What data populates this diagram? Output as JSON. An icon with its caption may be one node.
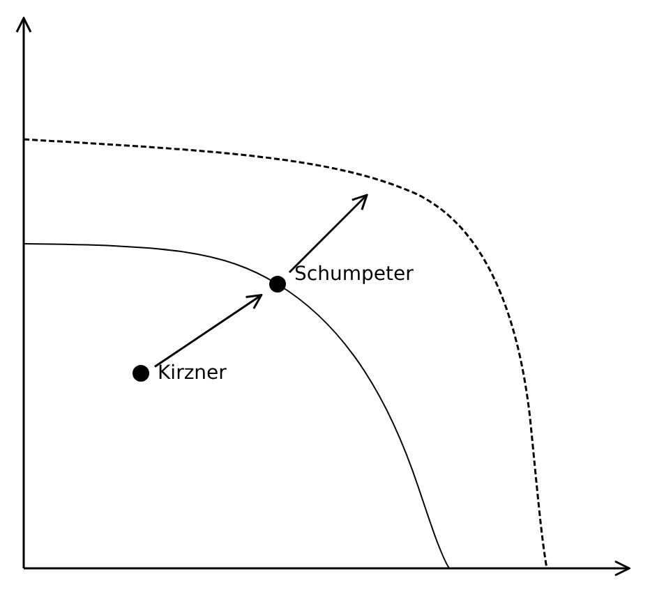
{
  "diagram": {
    "nodes": [
      {
        "text": [
          "Kirzner"
        ]
      },
      {
        "text": [
          "Schumpeter"
        ]
      }
    ],
    "edges": [
      {
        "from": 0,
        "to": 1,
        "arrow": "to"
      },
      {
        "from": 1,
        "to": null,
        "arrow": "to"
      }
    ]
  }
}
